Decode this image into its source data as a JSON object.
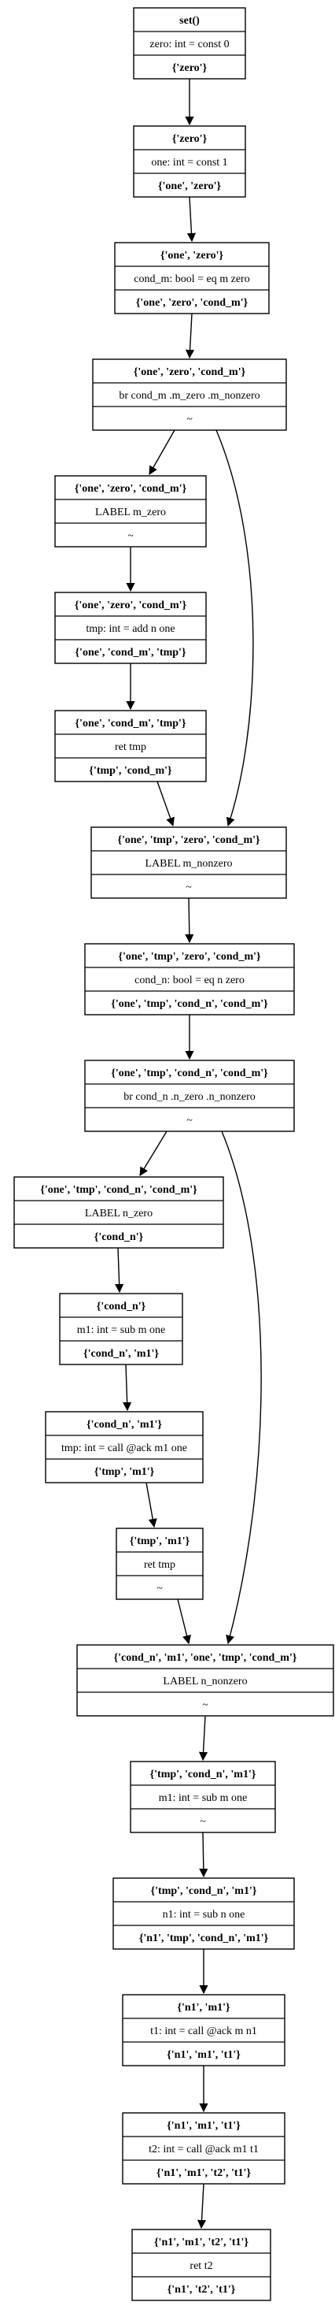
{
  "nodes": [
    {
      "id": "n0",
      "head": "set()",
      "body": "zero: int = const 0",
      "tail": "{'zero'}"
    },
    {
      "id": "n1",
      "head": "{'zero'}",
      "body": "one: int = const 1",
      "tail": "{'one', 'zero'}"
    },
    {
      "id": "n2",
      "head": "{'one', 'zero'}",
      "body": "cond_m: bool = eq m zero",
      "tail": "{'one', 'zero', 'cond_m'}"
    },
    {
      "id": "n3",
      "head": "{'one', 'zero', 'cond_m'}",
      "body": "br cond_m .m_zero .m_nonzero",
      "tail": "~"
    },
    {
      "id": "n4",
      "head": "{'one', 'zero', 'cond_m'}",
      "body": "LABEL m_zero",
      "tail": "~"
    },
    {
      "id": "n5",
      "head": "{'one', 'zero', 'cond_m'}",
      "body": "tmp: int = add n one",
      "tail": "{'one', 'cond_m', 'tmp'}"
    },
    {
      "id": "n6",
      "head": "{'one', 'cond_m', 'tmp'}",
      "body": "ret tmp",
      "tail": "{'tmp', 'cond_m'}"
    },
    {
      "id": "n7",
      "head": "{'one', 'tmp', 'zero', 'cond_m'}",
      "body": "LABEL m_nonzero",
      "tail": "~"
    },
    {
      "id": "n8",
      "head": "{'one', 'tmp', 'zero', 'cond_m'}",
      "body": "cond_n: bool = eq n zero",
      "tail": "{'one', 'tmp', 'cond_n', 'cond_m'}"
    },
    {
      "id": "n9",
      "head": "{'one', 'tmp', 'cond_n', 'cond_m'}",
      "body": "br cond_n .n_zero .n_nonzero",
      "tail": "~"
    },
    {
      "id": "n10",
      "head": "{'one', 'tmp', 'cond_n', 'cond_m'}",
      "body": "LABEL n_zero",
      "tail": "{'cond_n'}"
    },
    {
      "id": "n11",
      "head": "{'cond_n'}",
      "body": "m1: int = sub m one",
      "tail": "{'cond_n', 'm1'}"
    },
    {
      "id": "n12",
      "head": "{'cond_n', 'm1'}",
      "body": "tmp: int = call @ack m1 one",
      "tail": "{'tmp', 'm1'}"
    },
    {
      "id": "n13",
      "head": "{'tmp', 'm1'}",
      "body": "ret tmp",
      "tail": "~"
    },
    {
      "id": "n14",
      "head": "{'cond_n', 'm1', 'one', 'tmp', 'cond_m'}",
      "body": "LABEL n_nonzero",
      "tail": "~"
    },
    {
      "id": "n15",
      "head": "{'tmp', 'cond_n', 'm1'}",
      "body": "m1: int = sub m one",
      "tail": "~"
    },
    {
      "id": "n16",
      "head": "{'tmp', 'cond_n', 'm1'}",
      "body": "n1: int = sub n one",
      "tail": "{'n1', 'tmp', 'cond_n', 'm1'}"
    },
    {
      "id": "n17",
      "head": "{'n1', 'm1'}",
      "body": "t1: int = call @ack m n1",
      "tail": "{'n1', 'm1', 't1'}"
    },
    {
      "id": "n18",
      "head": "{'n1', 'm1', 't1'}",
      "body": "t2: int = call @ack m1 t1",
      "tail": "{'n1', 'm1', 't2', 't1'}"
    },
    {
      "id": "n19",
      "head": "{'n1', 'm1', 't2', 't1'}",
      "body": "ret t2",
      "tail": "{'n1', 't2', 't1'}"
    }
  ],
  "edges": [
    [
      "n0",
      "n1"
    ],
    [
      "n1",
      "n2"
    ],
    [
      "n2",
      "n3"
    ],
    [
      "n3",
      "n4"
    ],
    [
      "n3",
      "n7"
    ],
    [
      "n4",
      "n5"
    ],
    [
      "n5",
      "n6"
    ],
    [
      "n6",
      "n7"
    ],
    [
      "n7",
      "n8"
    ],
    [
      "n8",
      "n9"
    ],
    [
      "n9",
      "n10"
    ],
    [
      "n9",
      "n14"
    ],
    [
      "n10",
      "n11"
    ],
    [
      "n11",
      "n12"
    ],
    [
      "n12",
      "n13"
    ],
    [
      "n13",
      "n14"
    ],
    [
      "n14",
      "n15"
    ],
    [
      "n15",
      "n16"
    ],
    [
      "n16",
      "n17"
    ],
    [
      "n17",
      "n18"
    ],
    [
      "n18",
      "n19"
    ]
  ],
  "colors": {
    "stroke": "#000000",
    "fill": "#ffffff",
    "text": "#000000"
  }
}
